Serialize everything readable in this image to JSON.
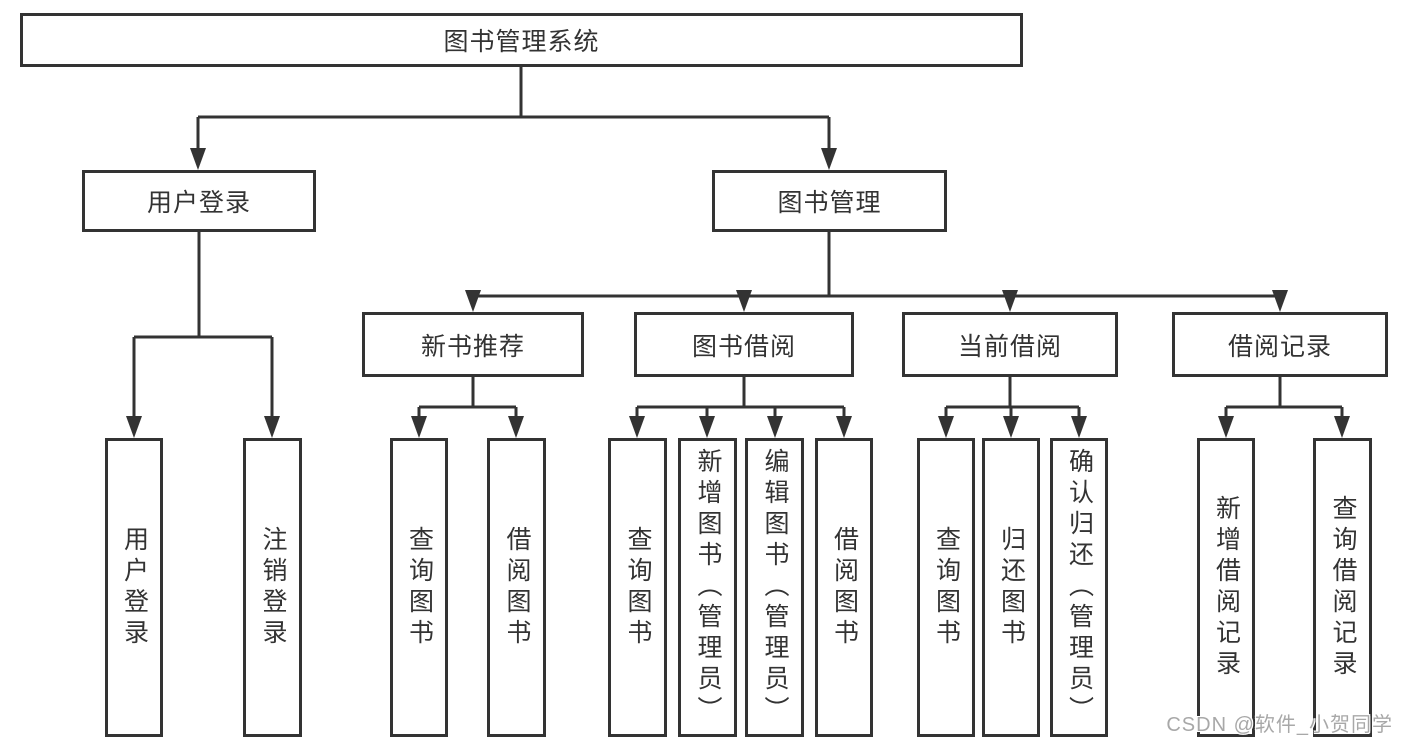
{
  "diagram": {
    "root": "图书管理系统",
    "level2": [
      "用户登录",
      "图书管理"
    ],
    "level3": [
      "新书推荐",
      "图书借阅",
      "当前借阅",
      "借阅记录"
    ],
    "login_children": [
      "用户登录",
      "注销登录"
    ],
    "recommend_children": [
      "查询图书",
      "借阅图书"
    ],
    "borrow_children": [
      "查询图书",
      "新增图书（管理员）",
      "编辑图书（管理员）",
      "借阅图书"
    ],
    "current_children": [
      "查询图书",
      "归还图书",
      "确认归还（管理员）"
    ],
    "record_children": [
      "新增借阅记录",
      "查询借阅记录"
    ]
  },
  "colors": {
    "line": "#333333",
    "text": "#333333",
    "background": "#ffffff",
    "watermark": "#a8a8a8"
  },
  "watermark": "CSDN @软件_小贺同学"
}
